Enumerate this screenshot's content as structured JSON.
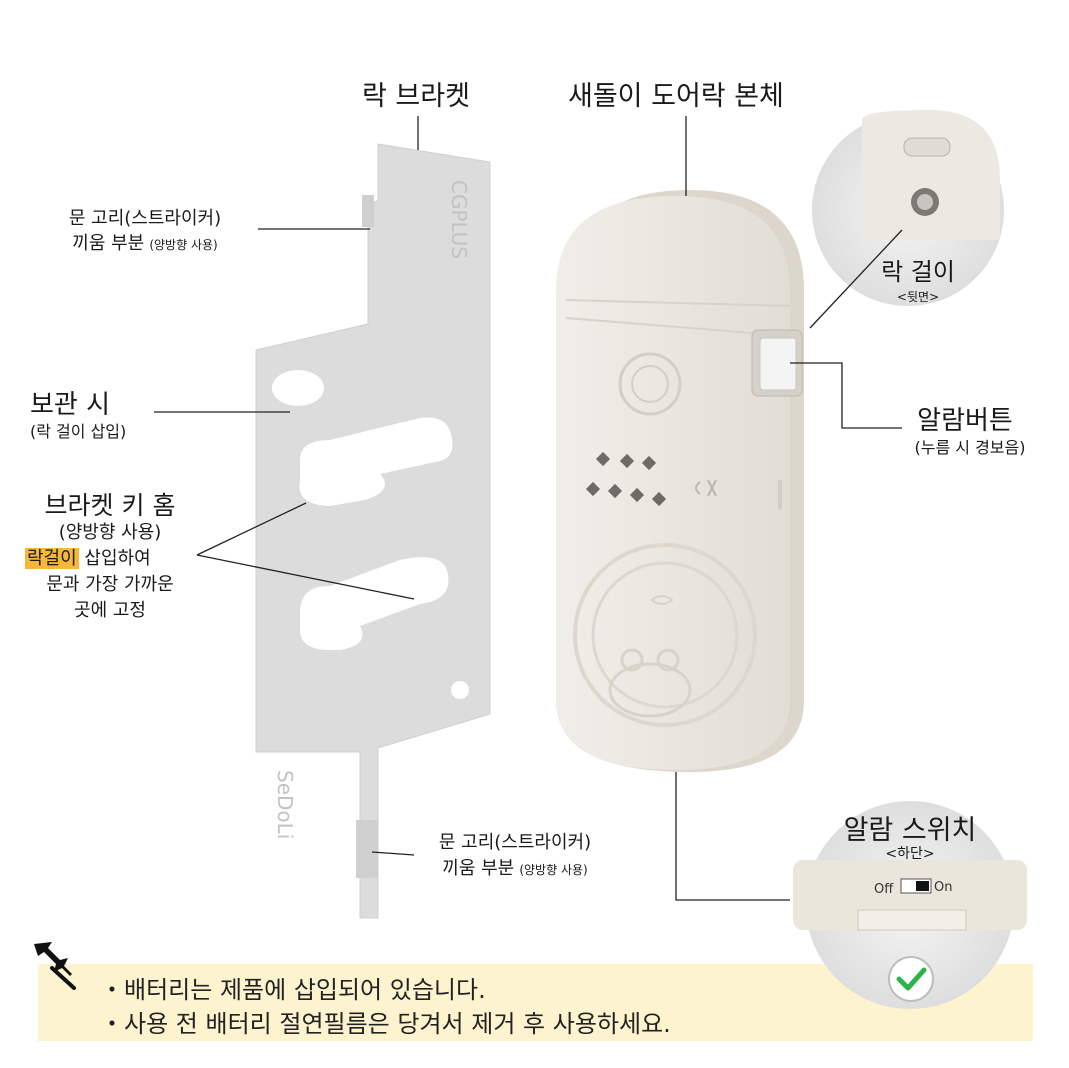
{
  "labels": {
    "lock_bracket": "락 브라켓",
    "main_body": "새돌이 도어락 본체",
    "lock_hook": "락 걸이",
    "lock_hook_sub": "<뒷면>",
    "strike_top_1": "문 고리(스트라이커)",
    "strike_top_2": "끼움 부분",
    "strike_top_2_small": "(양방향 사용)",
    "storage": "보관 시",
    "storage_sub": "(락 걸이 삽입)",
    "key_slot": "브라켓 키 홈",
    "key_slot_sub": "(양방향 사용)",
    "key_slot_hl": "락걸이",
    "key_slot_rest": " 삽입하여",
    "key_slot_l3": "문과 가장 가까운",
    "key_slot_l4": "곳에 고정",
    "alarm_button": "알람버튼",
    "alarm_button_sub": "(누름 시 경보음)",
    "strike_bottom_1": "문 고리(스트라이커)",
    "strike_bottom_2": "끼움 부분",
    "strike_bottom_2_small": "(양방향 사용)",
    "alarm_switch": "알람 스위치",
    "alarm_switch_sub": "<하단>",
    "switch_off": "Off",
    "switch_on": "On",
    "bracket_brand_top": "CGPLUS",
    "bracket_brand_bottom": "SeDoLi"
  },
  "notes": [
    "・배터리는 제품에 삽입되어 있습니다.",
    "・사용 전 배터리 절연필름은 당겨서 제거 후 사용하세요."
  ],
  "icons": {
    "pin": "pushpin-icon",
    "check": "check-icon"
  },
  "colors": {
    "highlight": "#f7b73a",
    "note_bg": "#fdf3cf",
    "check": "#2db34a",
    "bracket": "#dcdcdc",
    "device": "#ebe7e1"
  }
}
